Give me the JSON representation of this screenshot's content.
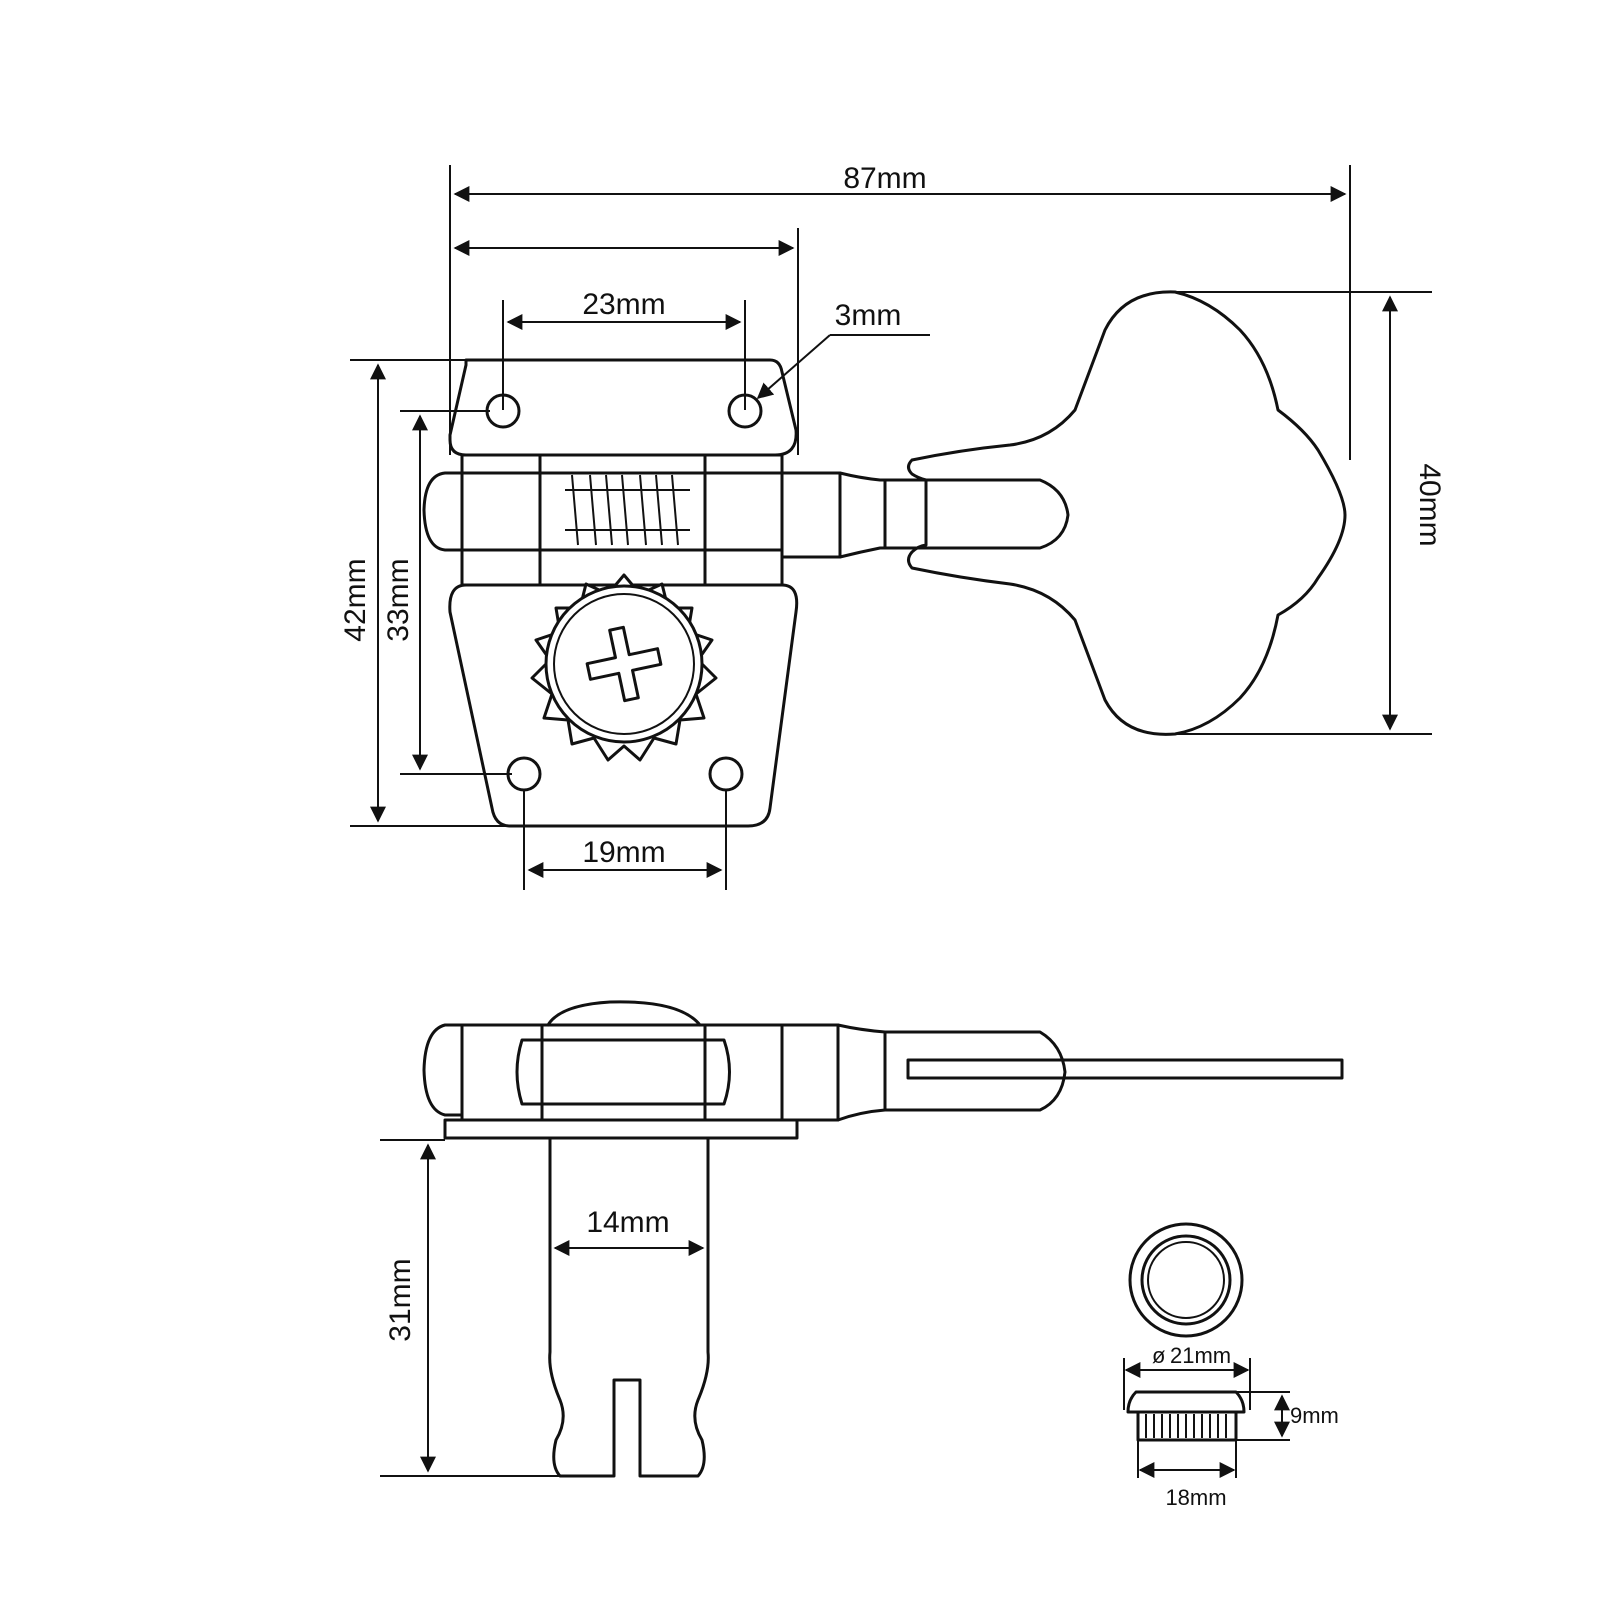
{
  "dimensions": {
    "total_length": "87mm",
    "base_width": "23mm",
    "hole_diameter": "3mm",
    "button_height": "40mm",
    "plate_height": "42mm",
    "hole_spacing_vertical": "33mm",
    "bottom_hole_spacing": "19mm",
    "post_width": "14mm",
    "post_height": "31mm",
    "bushing_diameter_prefix": "ø",
    "bushing_diameter": "21mm",
    "bushing_height": "9mm",
    "bushing_thread_width": "18mm"
  }
}
